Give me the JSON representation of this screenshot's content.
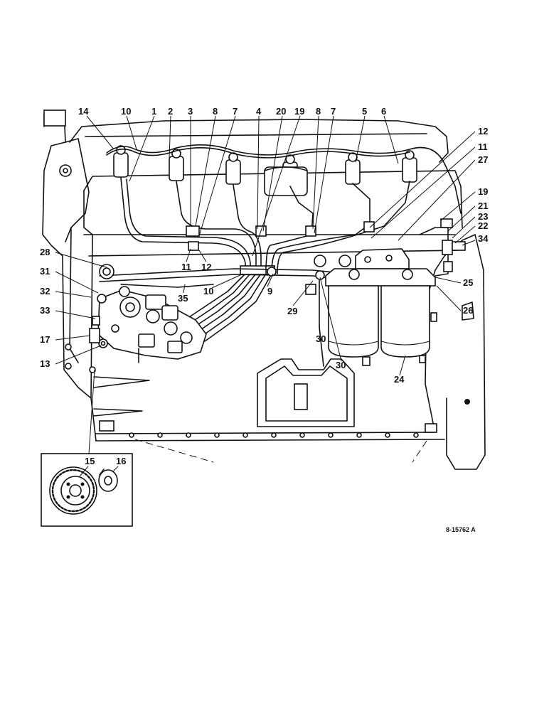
{
  "figure_ref": "8-15762 A",
  "callouts": [
    "14",
    "10",
    "1",
    "2",
    "3",
    "8",
    "7",
    "4",
    "20",
    "19",
    "8",
    "7",
    "5",
    "6",
    "12",
    "11",
    "27",
    "19",
    "21",
    "23",
    "22",
    "34",
    "28",
    "11",
    "12",
    "31",
    "32",
    "33",
    "17",
    "13",
    "35",
    "10",
    "9",
    "29",
    "25",
    "26",
    "30",
    "30",
    "24",
    "15",
    "16"
  ]
}
